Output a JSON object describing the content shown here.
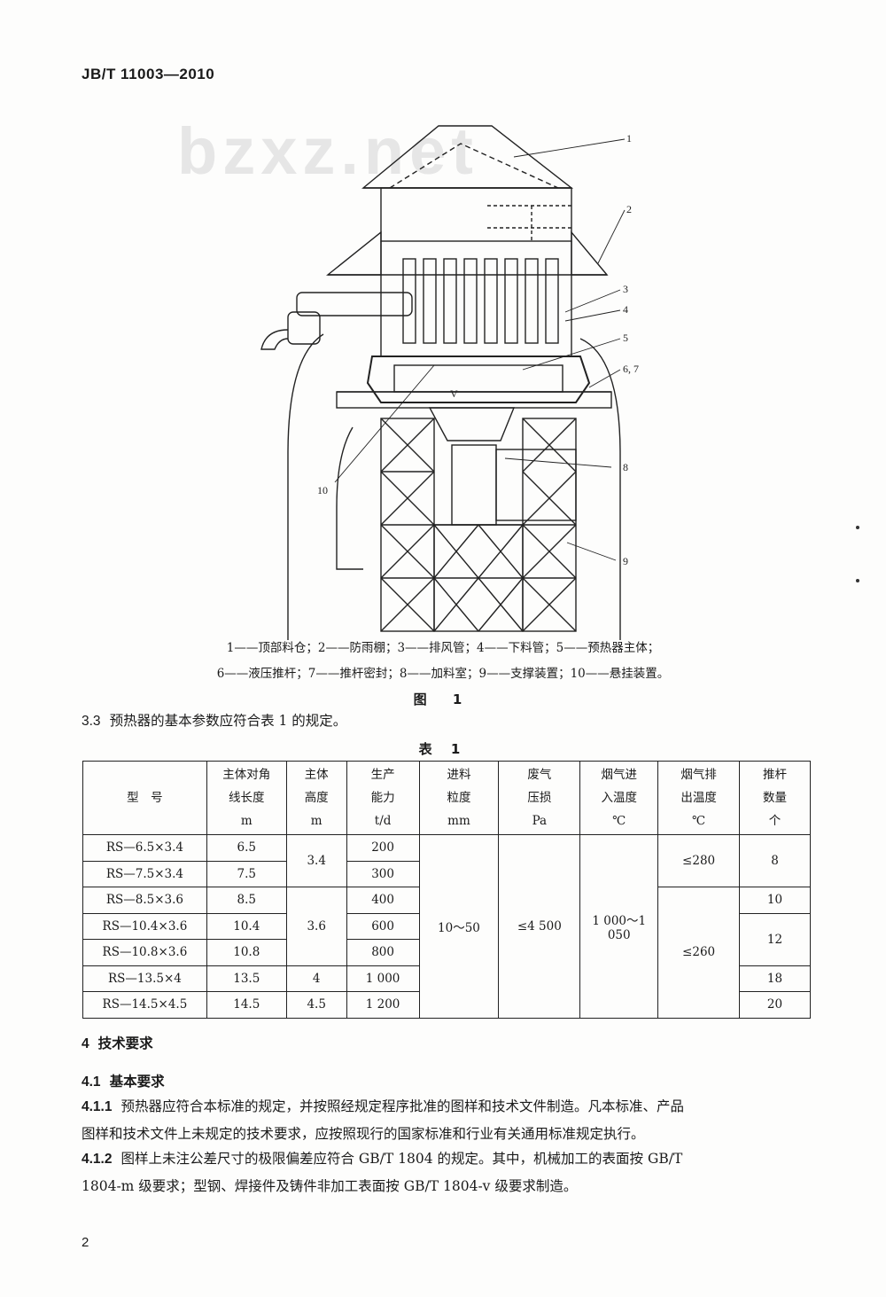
{
  "header": {
    "standard_code": "JB/T 11003—2010"
  },
  "watermark": "bzxz.net",
  "figure": {
    "callouts": [
      "1",
      "2",
      "3",
      "4",
      "5",
      "6, 7",
      "8",
      "9",
      "10"
    ],
    "callout_v": "V",
    "legend_line1": "1——顶部料仓；2——防雨棚；3——排风管；4——下料管；5——预热器主体；",
    "legend_line2": "6——液压推杆；7——推杆密封；8——加料室；9——支撑装置；10——悬挂装置。",
    "caption": "图 1"
  },
  "section_3_3": {
    "number": "3.3",
    "text": "预热器的基本参数应符合表 1 的规定。"
  },
  "table1": {
    "title": "表 1",
    "headers": [
      [
        "型　号"
      ],
      [
        "主体对角",
        "线长度",
        "m"
      ],
      [
        "主体",
        "高度",
        "m"
      ],
      [
        "生产",
        "能力",
        "t/d"
      ],
      [
        "进料",
        "粒度",
        "mm"
      ],
      [
        "废气",
        "压损",
        "Pa"
      ],
      [
        "烟气进",
        "入温度",
        "℃"
      ],
      [
        "烟气排",
        "出温度",
        "℃"
      ],
      [
        "推杆",
        "数量",
        "个"
      ]
    ],
    "models": [
      "RS—6.5×3.4",
      "RS—7.5×3.4",
      "RS—8.5×3.6",
      "RS—10.4×3.6",
      "RS—10.8×3.6",
      "RS—13.5×4",
      "RS—14.5×4.5"
    ],
    "diagonal": [
      "6.5",
      "7.5",
      "8.5",
      "10.4",
      "10.8",
      "13.5",
      "14.5"
    ],
    "height": [
      "3.4",
      "3.6",
      "4",
      "4.5"
    ],
    "capacity": [
      "200",
      "300",
      "400",
      "600",
      "800",
      "1 000",
      "1 200"
    ],
    "particle_size": "10～50",
    "pressure_loss": "≤4 500",
    "inlet_temp": "1 000～1 050",
    "outlet_temp": [
      "≤280",
      "≤260"
    ],
    "push_rods": [
      "8",
      "10",
      "12",
      "18",
      "20"
    ]
  },
  "section_4": {
    "number": "4",
    "title": "技术要求"
  },
  "section_4_1": {
    "number": "4.1",
    "title": "基本要求"
  },
  "section_4_1_1": {
    "number": "4.1.1",
    "line1": "预热器应符合本标准的规定，并按照经规定程序批准的图样和技术文件制造。凡本标准、产品",
    "line2": "图样和技术文件上未规定的技术要求，应按照现行的国家标准和行业有关通用标准规定执行。"
  },
  "section_4_1_2": {
    "number": "4.1.2",
    "line1": "图样上未注公差尺寸的极限偏差应符合 GB/T 1804 的规定。其中，机械加工的表面按 GB/T",
    "line2": "1804-m 级要求；型钢、焊接件及铸件非加工表面按 GB/T 1804-v 级要求制造。"
  },
  "footer": {
    "page_number": "2"
  }
}
